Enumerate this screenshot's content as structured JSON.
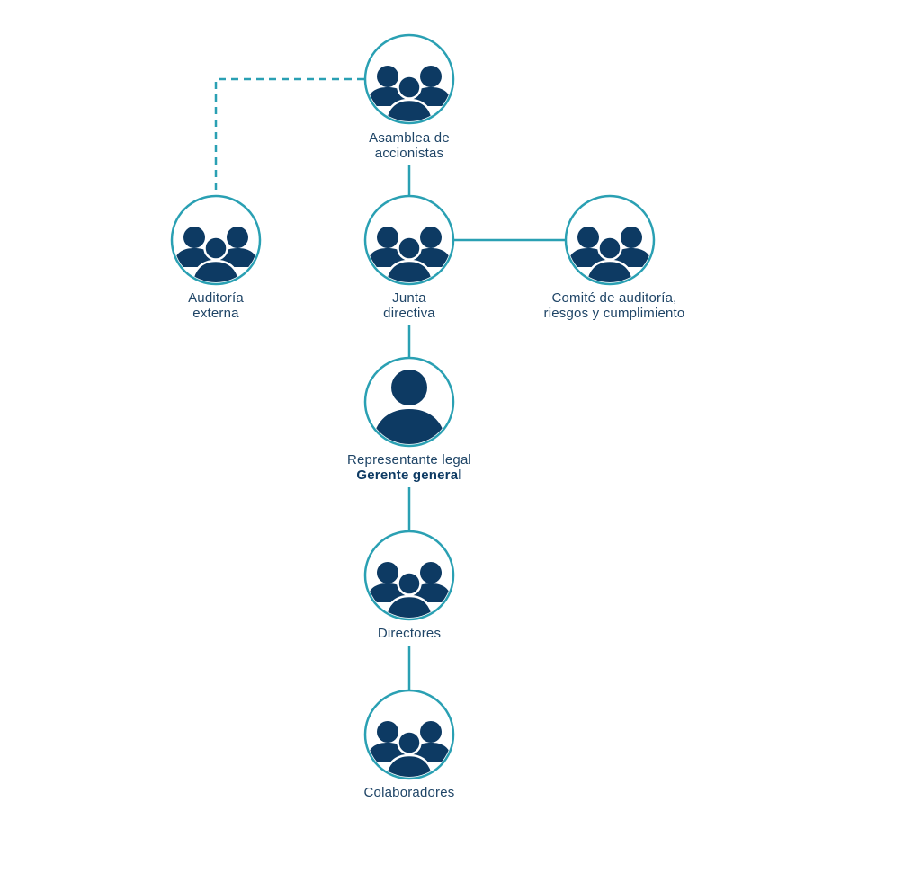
{
  "colors": {
    "teal": "#2aa0b3",
    "navy": "#0d3a63",
    "label": "#1e4466",
    "background": "#ffffff"
  },
  "nodes": {
    "asamblea": {
      "icon": "group-icon",
      "line1": "Asamblea de",
      "line2": "accionistas"
    },
    "auditoria": {
      "icon": "group-icon",
      "line1": "Auditoría",
      "line2": "externa"
    },
    "junta": {
      "icon": "group-icon",
      "line1": "Junta",
      "line2": "directiva"
    },
    "comite": {
      "icon": "group-icon",
      "line1": "Comité de auditoría,",
      "line2": "riesgos y cumplimiento"
    },
    "representante": {
      "icon": "person-icon",
      "line1": "Representante legal",
      "line2": "Gerente general"
    },
    "directores": {
      "icon": "group-icon",
      "line1": "Directores"
    },
    "colaboradores": {
      "icon": "group-icon",
      "line1": "Colaboradores"
    }
  },
  "edges": [
    {
      "from": "asamblea",
      "to": "auditoria",
      "style": "dashed"
    },
    {
      "from": "asamblea",
      "to": "junta",
      "style": "solid"
    },
    {
      "from": "junta",
      "to": "comite",
      "style": "solid"
    },
    {
      "from": "junta",
      "to": "representante",
      "style": "solid"
    },
    {
      "from": "representante",
      "to": "directores",
      "style": "solid"
    },
    {
      "from": "directores",
      "to": "colaboradores",
      "style": "solid"
    }
  ]
}
